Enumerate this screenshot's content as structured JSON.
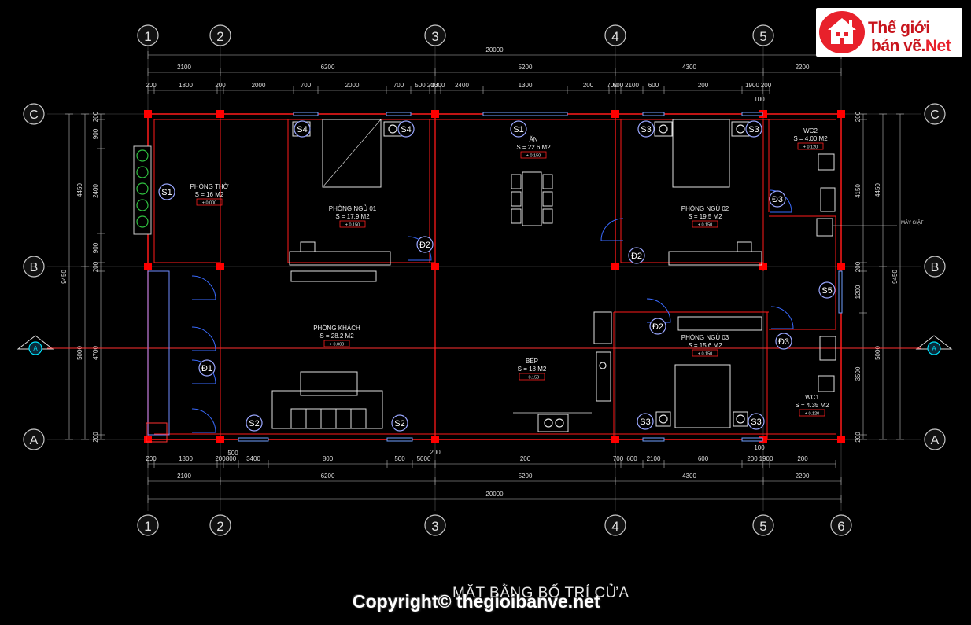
{
  "logo": {
    "line1": "Thế giới",
    "line2a": "bản vẽ.",
    "line2b": "Net"
  },
  "drawing_title": "MẶT BẰNG BỐ TRÍ CỬA",
  "copyright": "Copyright© thegioibanve.net",
  "grid": {
    "columns": [
      "1",
      "2",
      "3",
      "4",
      "5",
      "6"
    ],
    "rows": [
      "C",
      "B",
      "A"
    ],
    "section_mark": "A"
  },
  "dimensions": {
    "top_total": "20000",
    "top_main": [
      "2100",
      "6200",
      "5200",
      "4300",
      "2200"
    ],
    "top_detail": [
      "200",
      "1800",
      "200",
      "2000",
      "700",
      "2000",
      "700",
      "500",
      "200",
      "1300",
      "2400",
      "1300",
      "200",
      "700",
      "600",
      "2100",
      "600",
      "200",
      "1900",
      "200"
    ],
    "top_small": "100",
    "bottom_detail": [
      "200",
      "1800",
      "200",
      "800",
      "3400",
      "800",
      "500",
      "5000",
      "200",
      "700",
      "600",
      "2100",
      "600",
      "200",
      "1900",
      "200"
    ],
    "bottom_extra": [
      "500",
      "200"
    ],
    "bottom_small": "100",
    "bottom_main": [
      "2100",
      "6200",
      "5200",
      "4300",
      "2200"
    ],
    "bottom_total": "20000",
    "left_total": "9450",
    "left_main": [
      "4450",
      "5000"
    ],
    "left_detail": [
      "200",
      "900",
      "2400",
      "900",
      "200",
      "4700",
      "200"
    ],
    "right_total": "9450",
    "right_main": [
      "4450",
      "5000"
    ],
    "right_detail": [
      "200",
      "4150",
      "200",
      "1200",
      "3500",
      "200"
    ]
  },
  "rooms": [
    {
      "name": "PHÒNG THỜ",
      "area": "S = 16 M2",
      "level": "+ 0.000"
    },
    {
      "name": "PHÒNG NGỦ 01",
      "area": "S = 17.9 M2",
      "level": "+ 0.150"
    },
    {
      "name": "ĂN",
      "area": "S = 22.6 M2",
      "level": "+ 0.150"
    },
    {
      "name": "PHÒNG NGỦ 02",
      "area": "S = 19.5 M2",
      "level": "+ 0.150"
    },
    {
      "name": "WC2",
      "area": "S = 4.00 M2",
      "level": "+ 0.120"
    },
    {
      "name": "PHÒNG KHÁCH",
      "area": "S = 28.2 M2",
      "level": "+ 0.000"
    },
    {
      "name": "BẾP",
      "area": "S = 18 M2",
      "level": "+ 0.150"
    },
    {
      "name": "PHÒNG NGỦ 03",
      "area": "S = 15.6 M2",
      "level": "+ 0.150"
    },
    {
      "name": "WC1",
      "area": "S = 4.35 M2",
      "level": "+ 0.120"
    }
  ],
  "door_tags": [
    "S1",
    "S1",
    "S4",
    "S4",
    "S3",
    "S3",
    "S5",
    "S2",
    "S2",
    "S3",
    "S3",
    "Đ2",
    "Đ2",
    "Đ2",
    "Đ3",
    "Đ3",
    "Đ1"
  ],
  "equipment_label": "MÁY GIẶT",
  "colors": {
    "wall": "#ff1a1a",
    "column": "#ff0000",
    "grid_bubble": "#c8c8c8",
    "furniture": "#e0e0e0",
    "door": "#3a6bff",
    "tag": "#9aa7ff",
    "section": "#00e5ff",
    "level_box": "#ff2020"
  }
}
